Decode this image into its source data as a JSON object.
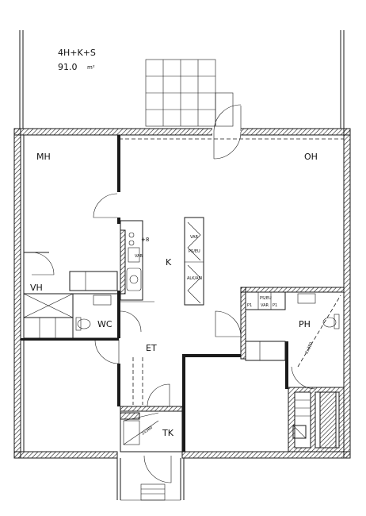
{
  "header": {
    "apartment_type": "4H+K+S",
    "area": "91.0",
    "area_unit": "m²"
  },
  "rooms": {
    "mh": "MH",
    "oh": "OH",
    "k": "K",
    "vh": "VH",
    "wc": "WC",
    "et": "ET",
    "ph": "PH",
    "tk": "TK"
  },
  "fixtures": {
    "hood_mark": "+8",
    "shaft_dim_tk": "2x380",
    "shaft_dim_ph": "2x380",
    "ph_cabinet_left": "P1",
    "ph_cabinet_mid": "VAR",
    "ph_cabinet_right": "P1",
    "ph_cabinet_sub": "PS/EU",
    "island_top": "VAR",
    "island_mid": "PS/EU",
    "island_low": "ALK/ASI",
    "kitchen_var": "VAR"
  }
}
